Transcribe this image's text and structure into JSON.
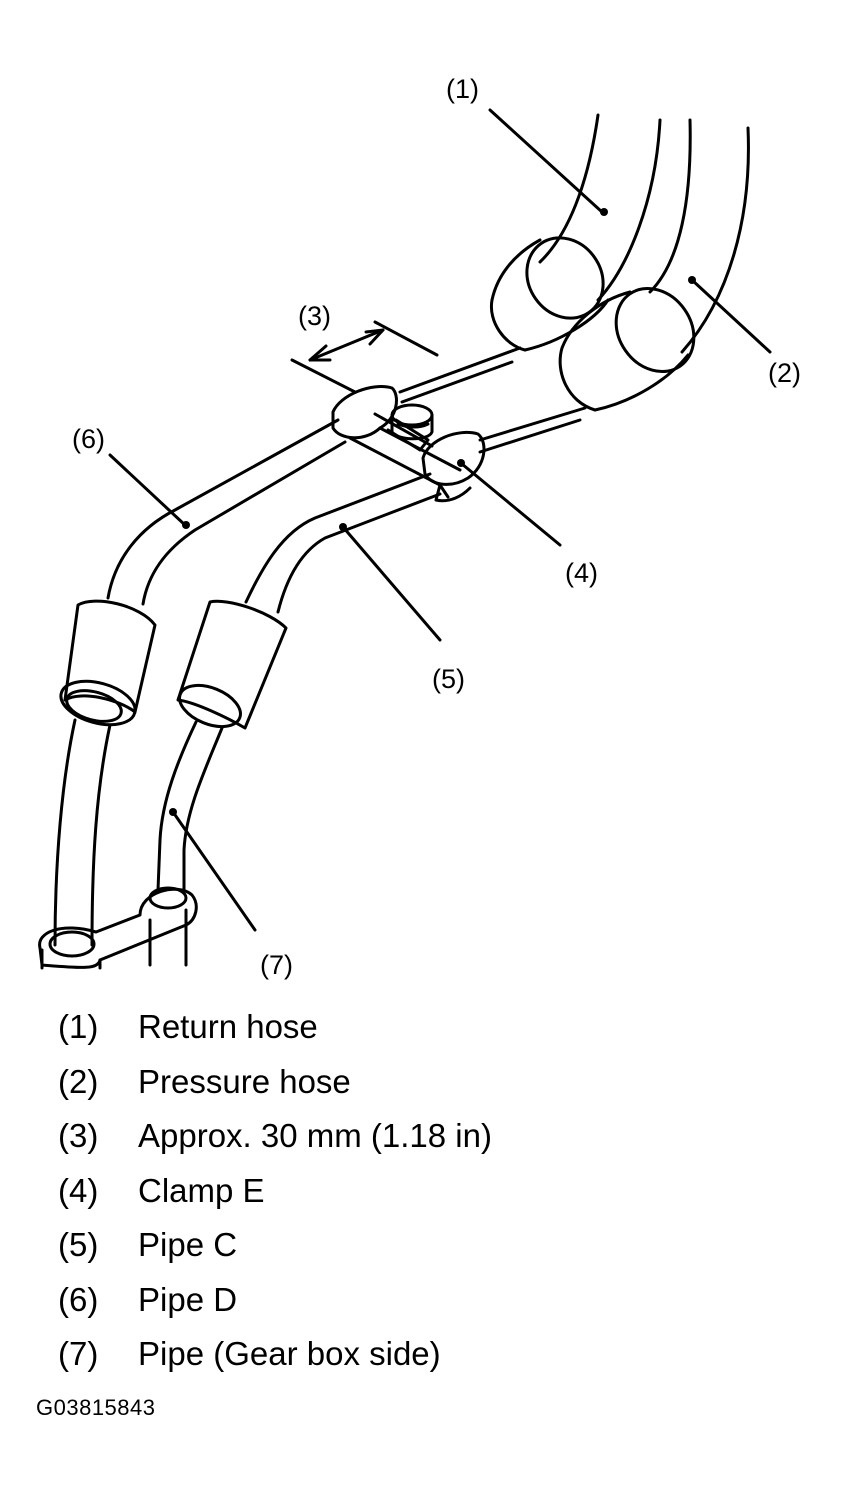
{
  "diagram": {
    "callouts": [
      "(1)",
      "(2)",
      "(3)",
      "(4)",
      "(5)",
      "(6)",
      "(7)"
    ]
  },
  "legend": [
    {
      "num": "(1)",
      "text": "Return hose"
    },
    {
      "num": "(2)",
      "text": "Pressure hose"
    },
    {
      "num": "(3)",
      "text": "Approx. 30 mm (1.18 in)"
    },
    {
      "num": "(4)",
      "text": "Clamp E"
    },
    {
      "num": "(5)",
      "text": "Pipe C"
    },
    {
      "num": "(6)",
      "text": "Pipe D"
    },
    {
      "num": "(7)",
      "text": "Pipe (Gear box side)"
    }
  ],
  "figure_code": "G03815843",
  "colors": {
    "ink": "#000000",
    "paper": "#ffffff"
  }
}
